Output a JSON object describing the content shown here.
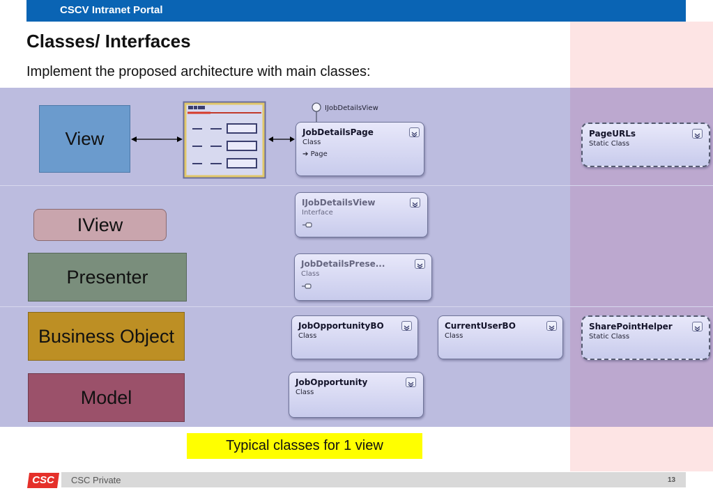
{
  "header": {
    "title": "CSCV Intranet Portal",
    "color": "#0a64b4"
  },
  "slide": {
    "title": "Classes/ Interfaces",
    "subtitle": "Implement the proposed architecture with main classes:"
  },
  "layers": {
    "view": "View",
    "iview": "IView",
    "presenter": "Presenter",
    "business_object": "Business Object",
    "model": "Model"
  },
  "interface_lollipop": {
    "label": "IJobDetailsView"
  },
  "classes": {
    "job_details_page": {
      "name": "JobDetailsPage",
      "kind": "Class",
      "inherits": "Page"
    },
    "ijob_details_view": {
      "name": "IJobDetailsView",
      "kind": "Interface"
    },
    "job_details_presenter": {
      "name": "JobDetailsPrese...",
      "kind": "Class"
    },
    "job_opportunity_bo": {
      "name": "JobOpportunityBO",
      "kind": "Class"
    },
    "current_user_bo": {
      "name": "CurrentUserBO",
      "kind": "Class"
    },
    "job_opportunity": {
      "name": "JobOpportunity",
      "kind": "Class"
    },
    "page_urls": {
      "name": "PageURLs",
      "kind": "Static Class"
    },
    "sharepoint_helper": {
      "name": "SharePointHelper",
      "kind": "Static Class"
    }
  },
  "caption": "Typical classes for 1 view",
  "footer": {
    "logo": "CSC",
    "classification": "CSC Private",
    "page_number": "13"
  },
  "colors": {
    "band": "#bcbcdf",
    "pink_column": "#fde4e4",
    "caption_bg": "#ffff00",
    "logo_red": "#e5302a"
  }
}
